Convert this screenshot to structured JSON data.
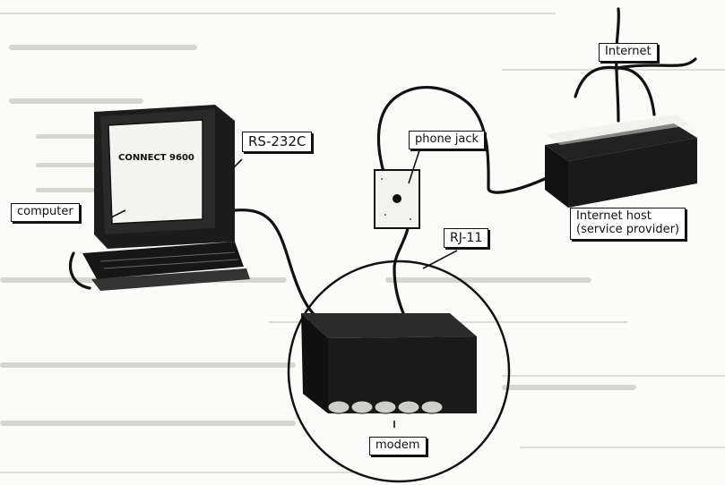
{
  "labels": {
    "internet": "Internet",
    "rs232c": "RS-232C",
    "phone_jack": "phone jack",
    "computer": "computer",
    "rj11": "RJ-11",
    "internet_host_line1": "Internet host",
    "internet_host_line2": "(service provider)",
    "modem": "modem",
    "screen_text": "CONNECT 9600"
  }
}
